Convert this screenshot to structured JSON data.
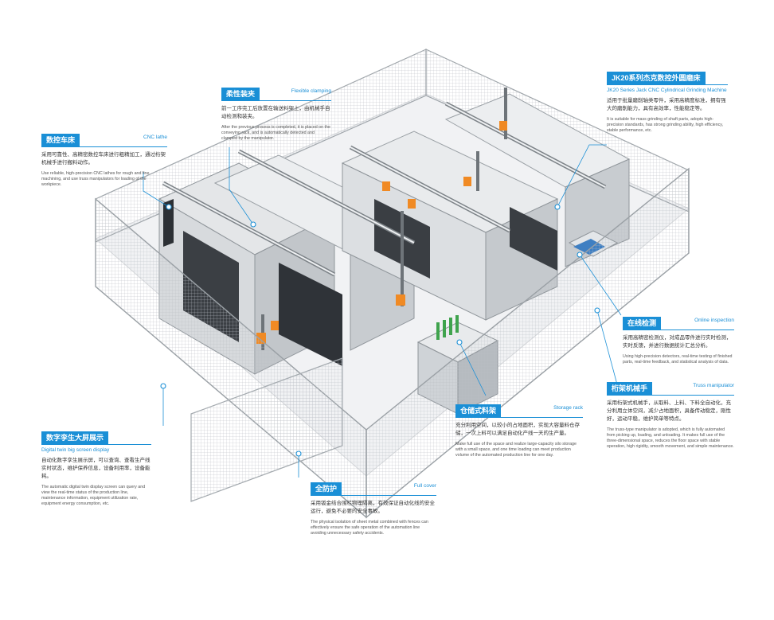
{
  "accent": "#1a8fd6",
  "callouts": {
    "cnc": {
      "title_zh": "数控车床",
      "title_en": "CNC lathe",
      "desc_zh": "采用可靠性、高精密数控车床进行粗精加工，通过桁架机械手进行搬料动作。",
      "desc_en": "Use reliable, high-precision CNC lathes for rough and fine machining, and use truss manipulators for loading of the workpiece."
    },
    "flex": {
      "title_zh": "柔性装夹",
      "title_en": "Flexible clamping",
      "desc_zh": "前一工序完工后放置在输送料架上，由机械手自动检测和装夹。",
      "desc_en": "After the previous process is completed, it is placed on the conveying rack, and is automatically detected and clamped by the manipulator."
    },
    "grinder": {
      "title_zh": "JK20系列杰克数控外圆磨床",
      "subtitle_en": "JK20 Series Jack CNC Cylindrical Grinding Machine",
      "desc_zh": "适用于批量磨削轴类零件，采用高精度标准，拥有强大的磨削能力，具有高效率，性能稳定等。",
      "desc_en": "It is suitable for mass grinding of shaft parts, adopts high-precision standards, has strong grinding ability, high efficiency, stable performance, etc."
    },
    "inspection": {
      "title_zh": "在线检测",
      "title_en": "Online inspection",
      "desc_zh": "采用高精密检测仪，对成品零件进行实时检测，实时反馈，并进行数据统计汇总分析。",
      "desc_en": "Using high-precision detectors, real-time testing of finished parts, real-time feedback, and statistical analysis of data."
    },
    "truss": {
      "title_zh": "桁架机械手",
      "title_en": "Truss manipulator",
      "desc_zh": "采用桁架式机械手，从取料、上料、下料全自动化，充分利用立体空间，减少占地面积，具备传动稳定，刚性好，运动平稳，维护简单等特点。",
      "desc_en": "The truss-type manipulator is adopted, which is fully automated from picking up, loading, and unloading. It makes full use of the three-dimensional space, reduces the floor space with stable operation, high rigidity, smooth movement, and simple maintenance."
    },
    "storage": {
      "title_zh": "仓储式料架",
      "title_en": "Storage rack",
      "desc_zh": "充分利用空间，以较小的占地面积，实现大容量料仓存储，一次上料可以满足自动化产线一天的生产量。",
      "desc_en": "Make full use of the space and realize large-capacity silo storage with a small space, and one time loading can meet production volume of the automated production line for one day."
    },
    "twin": {
      "title_zh": "数字孪生大屏展示",
      "subtitle_en": "Digital twin big screen display",
      "desc_zh": "自动化数字孪生展示屏，可以查询、查看生产线实时状态，维护保养信息，设备利用率，设备能耗。",
      "desc_en": "The automatic digital twin display screen can query and view the real-time status of the production line, maintenance information, equipment utilization rate, equipment energy consumption, etc."
    },
    "cover": {
      "title_zh": "全防护",
      "title_en": "Full cover",
      "desc_zh": "采用钣金结合围栏物理隔离，有效保证自动化线的安全运行，避免不必要的安全事故。",
      "desc_en": "The physical isolation of sheet metal combined with fences can effectively ensure the safe operation of the automation line avoiding unnecessary safety accidents."
    }
  }
}
